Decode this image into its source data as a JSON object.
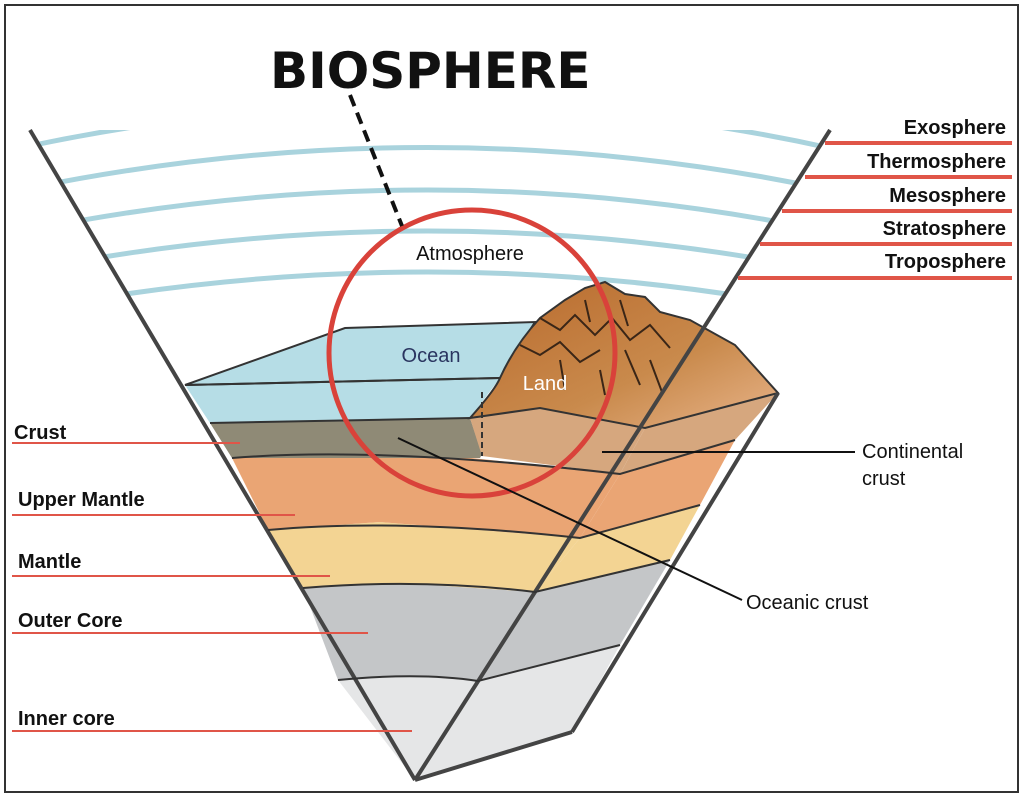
{
  "title": "BIOSPHERE",
  "atmosphere_layers": [
    "Exosphere",
    "Thermosphere",
    "Mesosphere",
    "Stratosphere",
    "Troposphere"
  ],
  "earth_layers": [
    "Crust",
    "Upper Mantle",
    "Mantle",
    "Outer Core",
    "Inner core"
  ],
  "region_labels": {
    "atmosphere": "Atmosphere",
    "ocean": "Ocean",
    "land": "Land"
  },
  "callouts": {
    "continental_crust": [
      "Continental",
      "crust"
    ],
    "oceanic_crust": "Oceanic crust"
  },
  "colors": {
    "border": "#444444",
    "label_line": "#e05548",
    "biosphere_circle": "#d9423a",
    "atmosphere_band": "#a9d3dd",
    "ocean": "#b6dde6",
    "crust": "#8f8a76",
    "upper_mantle": "#eaa574",
    "mantle": "#f3d493",
    "outer_core": "#c4c6c8",
    "inner_core": "#e5e6e7",
    "land": "#c07a3f",
    "continental_crust": "#d6a77e"
  }
}
